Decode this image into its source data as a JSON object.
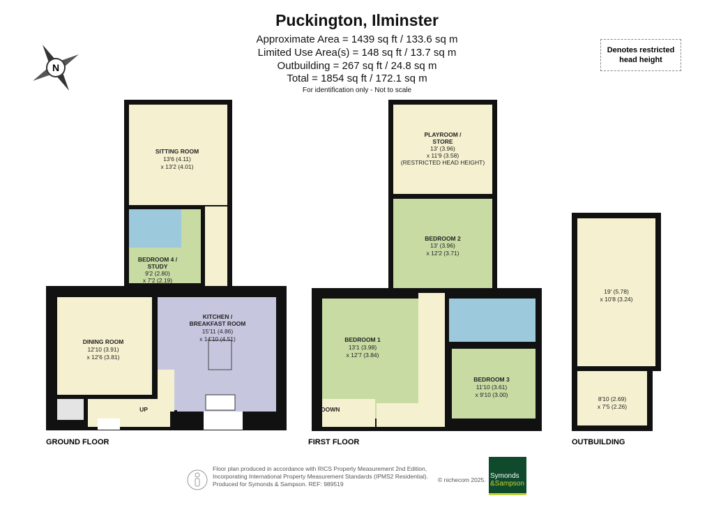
{
  "title": "Puckington, Ilminster",
  "areas": [
    "Approximate Area = 1439 sq ft / 133.6 sq m",
    "Limited Use Area(s) = 148 sq ft / 13.7 sq m",
    "Outbuilding = 267 sq ft / 24.8 sq m",
    "Total = 1854 sq ft / 172.1 sq m"
  ],
  "note": "For identification only - Not to scale",
  "restricted_key": "Denotes restricted head height",
  "compass_label": "N",
  "colors": {
    "cream": "#f5f1d0",
    "green": "#c8dba3",
    "lavender": "#c6c7df",
    "blue": "#9ccadc",
    "wall": "#111111",
    "logo": "#0e4a2b"
  },
  "floors": {
    "ground": "GROUND FLOOR",
    "first": "FIRST FLOOR",
    "outbuilding": "OUTBUILDING"
  },
  "rooms": {
    "sitting": {
      "name": "SITTING ROOM",
      "d1": "13'6 (4.11)",
      "d2": "x 13'2 (4.01)"
    },
    "bed4": {
      "name": "BEDROOM 4 /",
      "name2": "STUDY",
      "d1": "9'2 (2.80)",
      "d2": "x 7'2 (2.19)"
    },
    "dining": {
      "name": "DINING ROOM",
      "d1": "12'10 (3.91)",
      "d2": "x 12'6 (3.81)"
    },
    "kitchen": {
      "name": "KITCHEN /",
      "name2": "BREAKFAST ROOM",
      "d1": "15'11 (4.86)",
      "d2": "x 14'10 (4.51)"
    },
    "playroom": {
      "name": "PLAYROOM /",
      "name2": "STORE",
      "d1": "13' (3.96)",
      "d2": "x 11'9 (3.58)",
      "d3": "(RESTRICTED HEAD HEIGHT)"
    },
    "bed2": {
      "name": "BEDROOM 2",
      "d1": "13' (3.96)",
      "d2": "x 12'2 (3.71)"
    },
    "bed1": {
      "name": "BEDROOM 1",
      "d1": "13'1 (3.98)",
      "d2": "x 12'7 (3.84)"
    },
    "bed3": {
      "name": "BEDROOM 3",
      "d1": "11'10 (3.61)",
      "d2": "x 9'10 (3.00)"
    },
    "out1": {
      "d1": "19' (5.78)",
      "d2": "x 10'8 (3.24)"
    },
    "out2": {
      "d1": "8'10 (2.69)",
      "d2": "x 7'5 (2.26)"
    }
  },
  "stairs": {
    "up": "UP",
    "down": "DOWN"
  },
  "footer": [
    "Floor plan produced in accordance with RICS Property Measurement 2nd Edition,",
    "Incorporating International Property Measurement Standards (IPMS2 Residential).",
    "Produced for Symonds & Sampson.   REF: 989519"
  ],
  "copyright": "© nichecom 2025.",
  "logo": {
    "line1": "Symonds",
    "line2": "&Sampson"
  }
}
